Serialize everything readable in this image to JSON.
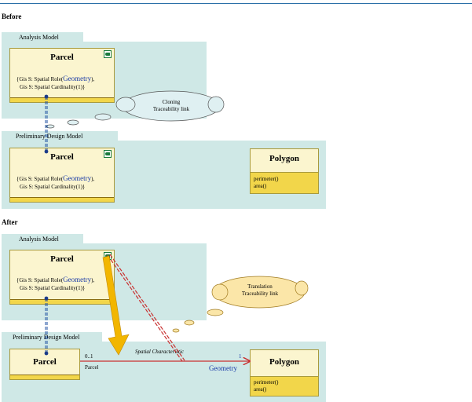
{
  "before": {
    "section_label": "Before",
    "analysis_package": "Analysis Model",
    "design_package": "Preliminary Design Model",
    "parcel_analysis": {
      "name": "Parcel",
      "attr_line1_prefix": "{Gis S: Spatial Role(",
      "attr_line1_geo": "Geometry",
      "attr_line1_suffix": "),",
      "attr_line2": "Gis S: Spatial Cardinality(1)}"
    },
    "parcel_design": {
      "name": "Parcel",
      "attr_line1_prefix": "{Gis S: Spatial Role(",
      "attr_line1_geo": "Geometry",
      "attr_line1_suffix": "),",
      "attr_line2": "Gis S: Spatial Cardinality(1)}"
    },
    "polygon": {
      "name": "Polygon",
      "operations": [
        "perimeter()",
        "area()"
      ]
    },
    "cloud": {
      "line1": "Cloning",
      "line2": "Traceability link"
    }
  },
  "after": {
    "section_label": "After",
    "analysis_package": "Analysis Model",
    "design_package": "Preliminary Design Model",
    "parcel_analysis": {
      "name": "Parcel",
      "attr_line1_prefix": "{Gis S: Spatial Role(",
      "attr_line1_geo": "Geometry",
      "attr_line1_suffix": "),",
      "attr_line2": "Gis S: Spatial Cardinality(1)}"
    },
    "parcel_design": {
      "name": "Parcel"
    },
    "polygon": {
      "name": "Polygon",
      "operations": [
        "perimeter()",
        "area()"
      ]
    },
    "cloud": {
      "line1": "Translation",
      "line2": "Traceability link"
    },
    "association": {
      "label": "Spatial Characteristic",
      "source_multiplicity": "0..1",
      "source_role": "Parcel",
      "target_multiplicity": "1",
      "target_role": "Geometry"
    }
  },
  "colors": {
    "package_fill": "#cfe8e6",
    "class_fill": "#fbf5cf",
    "class_ops_fill": "#f2d64a",
    "cloud_fill": "#dff0f2",
    "cloud_translation_fill": "#fbe6a8",
    "link_blue": "#1c4fa0",
    "link_red": "#c93030",
    "arrow_yellow": "#f2b600"
  }
}
